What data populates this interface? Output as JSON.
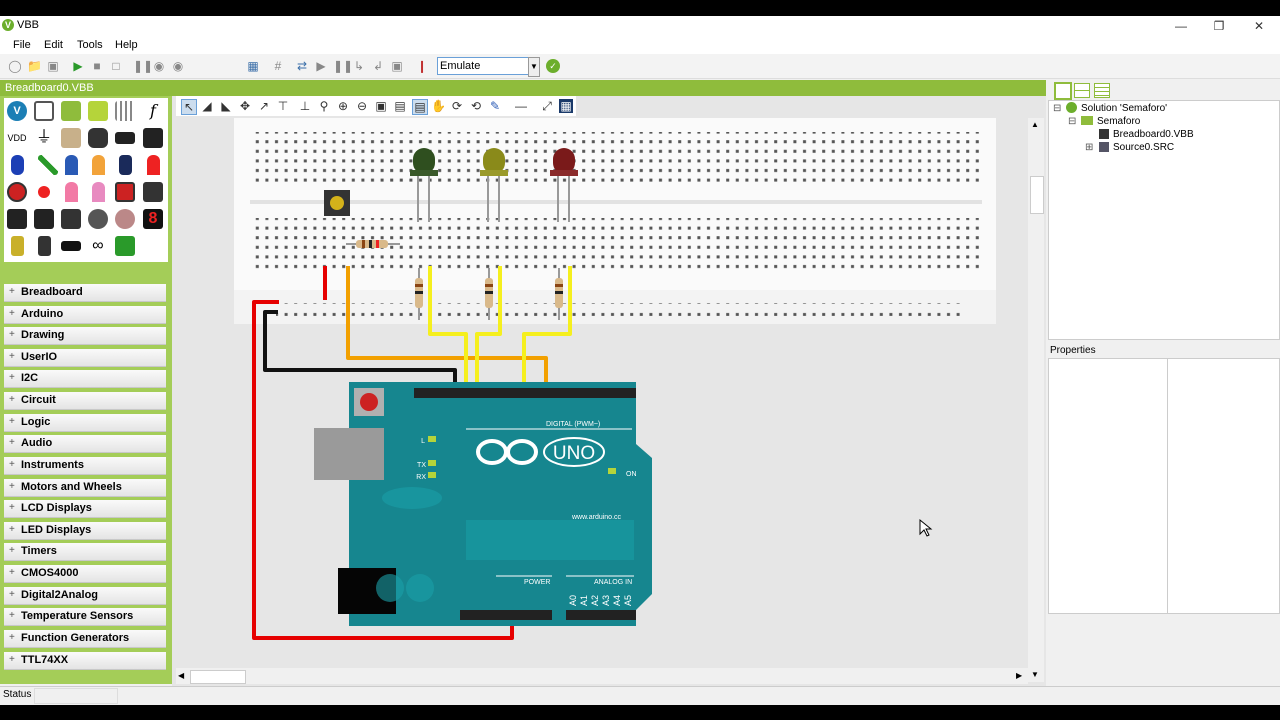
{
  "window": {
    "title": "VBB",
    "logo": "V"
  },
  "menu": [
    {
      "label": "File"
    },
    {
      "label": "Edit"
    },
    {
      "label": "Tools"
    },
    {
      "label": "Help"
    }
  ],
  "toolbar": {
    "mode": "Emulate"
  },
  "document_tab": "Breadboard0.VBB",
  "palette": {
    "vdd_label": "VDD",
    "f_label": "f",
    "seg_label": "8",
    "categories": [
      {
        "label": "Breadboard"
      },
      {
        "label": "Arduino"
      },
      {
        "label": "Drawing"
      },
      {
        "label": "UserIO"
      },
      {
        "label": "I2C"
      },
      {
        "label": "Circuit"
      },
      {
        "label": "Logic"
      },
      {
        "label": "Audio"
      },
      {
        "label": "Instruments"
      },
      {
        "label": "Motors and Wheels"
      },
      {
        "label": "LCD Displays"
      },
      {
        "label": "LED Displays"
      },
      {
        "label": "Timers"
      },
      {
        "label": "CMOS4000"
      },
      {
        "label": "Digital2Analog"
      },
      {
        "label": "Temperature Sensors"
      },
      {
        "label": "Function Generators"
      },
      {
        "label": "TTL74XX"
      }
    ]
  },
  "board": {
    "brand": "UNO",
    "digital_label": "DIGITAL (PWM~)",
    "website": "www.arduino.cc",
    "power_label": "POWER",
    "analog_label": "ANALOG IN",
    "on_label": "ON",
    "l_label": "L",
    "tx_label": "TX",
    "rx_label": "RX",
    "analog_pins": [
      "A0",
      "A1",
      "A2",
      "A3",
      "A4",
      "A5"
    ]
  },
  "tree": {
    "solution": "Solution 'Semaforo'",
    "project": "Semaforo",
    "files": [
      {
        "label": "Breadboard0.VBB"
      },
      {
        "label": "Source0.SRC"
      }
    ]
  },
  "properties_title": "Properties",
  "status_label": "Status",
  "colors": {
    "accent_green": "#8fbc3c",
    "board_teal": "#16868f",
    "wire_red": "#e60000",
    "wire_yellow": "#f5ef1e",
    "wire_orange": "#f2a000",
    "wire_black": "#111111"
  }
}
